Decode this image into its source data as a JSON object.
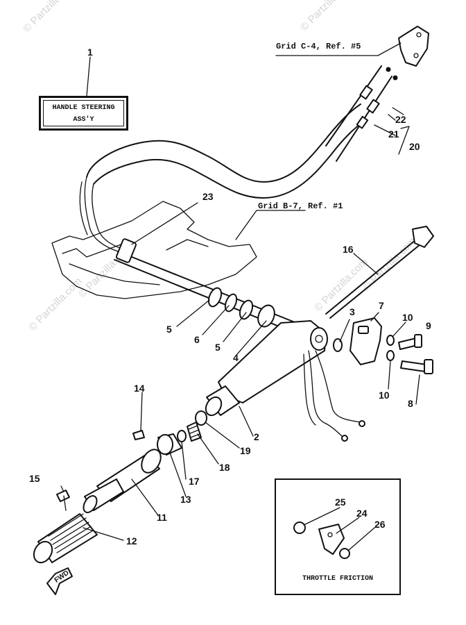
{
  "watermark": "© Partzilla.com",
  "label_box": {
    "line1": "HANDLE STEERING",
    "line2": "ASS'Y"
  },
  "references": {
    "grid_c4": "Grid C-4, Ref. #5",
    "grid_b7": "Grid B-7, Ref. #1"
  },
  "inset": {
    "caption": "THROTTLE FRICTION"
  },
  "arrow_label": "FWD",
  "callouts": {
    "c1": "1",
    "c2": "2",
    "c3": "3",
    "c4": "4",
    "c5a": "5",
    "c5b": "5",
    "c6": "6",
    "c7": "7",
    "c8": "8",
    "c9": "9",
    "c10a": "10",
    "c10b": "10",
    "c11": "11",
    "c12": "12",
    "c13": "13",
    "c14": "14",
    "c15": "15",
    "c16": "16",
    "c17": "17",
    "c18": "18",
    "c19": "19",
    "c20": "20",
    "c21": "21",
    "c22": "22",
    "c23": "23",
    "c24": "24",
    "c25": "25",
    "c26": "26"
  }
}
